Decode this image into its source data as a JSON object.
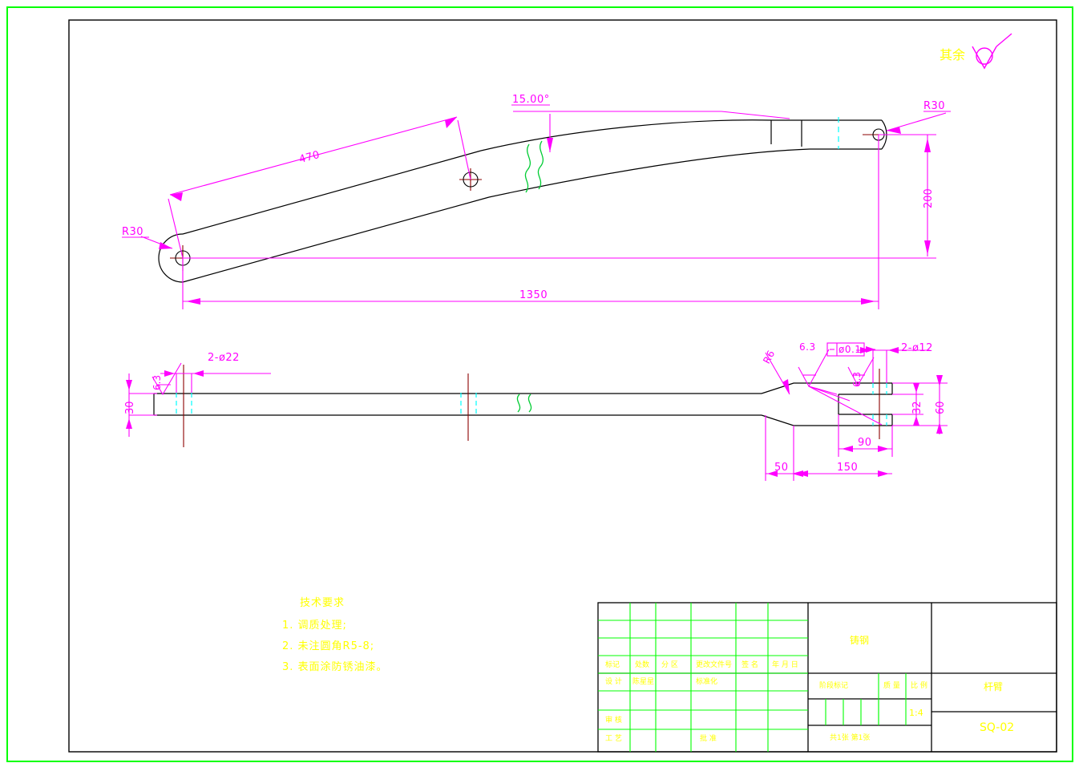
{
  "drawing": {
    "surface_note": {
      "label": "其余",
      "symbol": "roughness-untreated"
    },
    "top_view": {
      "dims": [
        {
          "name": "radius-left",
          "text": "R30"
        },
        {
          "name": "radius-right",
          "text": "R30"
        },
        {
          "name": "length-470",
          "text": "470"
        },
        {
          "name": "angle-15",
          "text": "15.00°"
        },
        {
          "name": "height-200",
          "text": "200"
        },
        {
          "name": "length-1350",
          "text": "1350"
        }
      ]
    },
    "side_view": {
      "dims": [
        {
          "name": "thickness-30",
          "text": "30"
        },
        {
          "name": "roughness-left",
          "text": "6.3"
        },
        {
          "name": "holes-left",
          "text": "2-ø22"
        },
        {
          "name": "fillet-r6",
          "text": "R6"
        },
        {
          "name": "roughness-top",
          "text": "6.3"
        },
        {
          "name": "roughness-inner",
          "text": "6.3"
        },
        {
          "name": "tolerance-box",
          "text": "ø0.1"
        },
        {
          "name": "holes-right",
          "text": "2-ø12"
        },
        {
          "name": "height-32",
          "text": "32"
        },
        {
          "name": "height-60",
          "text": "60"
        },
        {
          "name": "length-90",
          "text": "90"
        },
        {
          "name": "length-50",
          "text": "50"
        },
        {
          "name": "length-150",
          "text": "150"
        }
      ]
    },
    "technical_requirements": {
      "title": "技术要求",
      "items": [
        "1. 调质处理;",
        "2. 未注圆角R5-8;",
        "3. 表面涂防锈油漆。"
      ]
    },
    "title_block": {
      "revision_headers": [
        "标记",
        "处数",
        "分  区",
        "更改文件号",
        "签 名",
        "年 月 日"
      ],
      "roles": {
        "design": "设 计",
        "designer_name": "陈星星",
        "standardization": "标准化",
        "review": "审 核",
        "process": "工 艺",
        "approval": "批 准"
      },
      "material": "铸钢",
      "stage_mark": "阶段标记",
      "mass": "质 量",
      "scale_label": "比 例",
      "scale_value": "1:4",
      "sheets": "共1张 第1张",
      "part_name": "杆臂",
      "part_number": "SQ-02"
    }
  },
  "colors": {
    "border": "#00ff00",
    "frame": "#000000",
    "dimension": "#ff00ff",
    "text": "#ffff00",
    "outline": "#000000",
    "center": "#8b0000",
    "hidden": "#00ffff",
    "break": "#00cc33"
  }
}
